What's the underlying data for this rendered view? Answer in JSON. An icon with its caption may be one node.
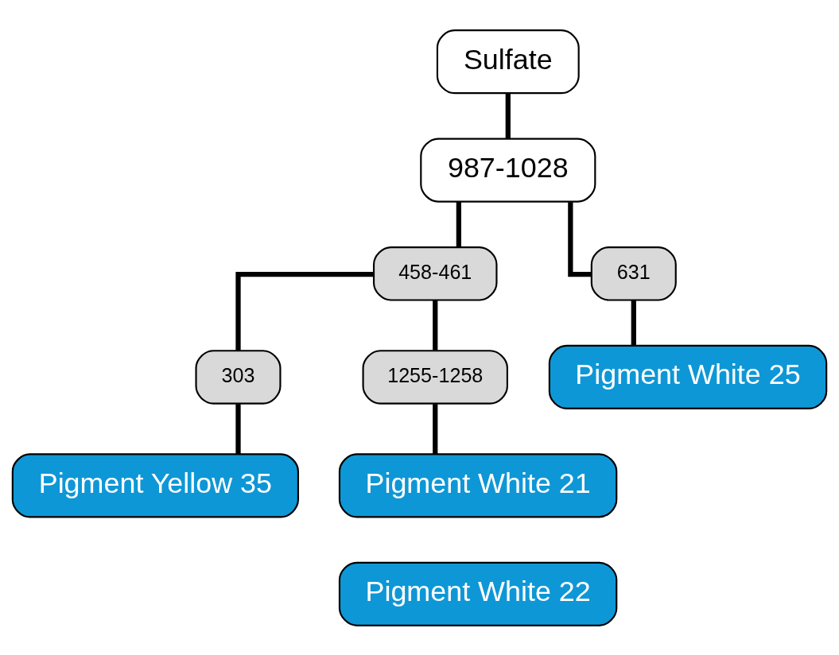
{
  "diagram": {
    "nodes": [
      {
        "text": [
          "Sulfate"
        ]
      },
      {
        "text": [
          "987-1028"
        ]
      },
      {
        "text": [
          "458-461"
        ]
      },
      {
        "text": [
          "631"
        ]
      },
      {
        "text": [
          "303"
        ]
      },
      {
        "text": [
          "1255-1258"
        ]
      },
      {
        "text": [
          "Pigment White 25"
        ]
      },
      {
        "text": [
          "Pigment Yellow 35"
        ]
      },
      {
        "text": [
          "Pigment White 21"
        ]
      },
      {
        "text": [
          "Pigment White 22"
        ]
      }
    ],
    "edges": [
      {
        "from": 0,
        "to": 1,
        "arrow": "none"
      },
      {
        "from": 1,
        "to": 2,
        "arrow": "none"
      },
      {
        "from": 1,
        "to": 3,
        "arrow": "none"
      },
      {
        "from": 2,
        "to": 4,
        "arrow": "none"
      },
      {
        "from": 2,
        "to": 5,
        "arrow": "none"
      },
      {
        "from": 3,
        "to": 6,
        "arrow": "none"
      },
      {
        "from": 4,
        "to": 7,
        "arrow": "none"
      },
      {
        "from": 5,
        "to": 8,
        "arrow": "none"
      }
    ]
  }
}
